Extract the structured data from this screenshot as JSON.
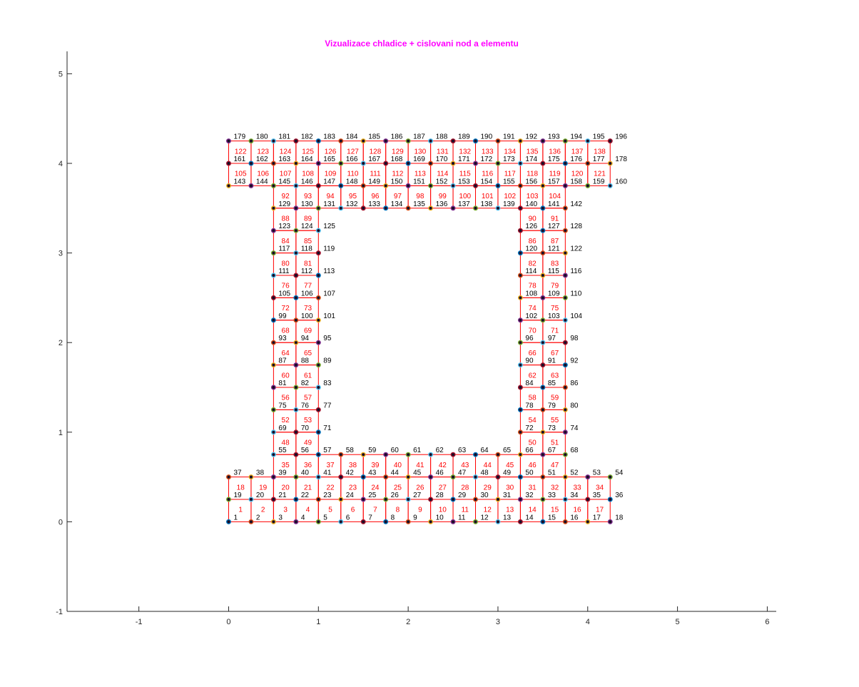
{
  "chart_data": {
    "type": "scatter",
    "title": "Vizualizace chladice + cislovani nod a elementu",
    "xlabel": "",
    "ylabel": "",
    "xlim": [
      -1.8,
      6.1
    ],
    "ylim": [
      -1,
      5.25
    ],
    "xticks": [
      -1,
      0,
      1,
      2,
      3,
      4,
      5,
      6
    ],
    "yticks": [
      -1,
      0,
      1,
      2,
      3,
      4,
      5
    ],
    "grid": false,
    "mesh_step": 0.25,
    "node_rows": [
      {
        "y": 0,
        "x_from": 0,
        "x_to": 4.25,
        "first_node": 1
      },
      {
        "y": 0.25,
        "x_from": 0,
        "x_to": 4.25,
        "first_node": 19
      },
      {
        "y": 0.5,
        "x_from": 0,
        "x_to": 4.25,
        "first_node": 37
      },
      {
        "y": 0.75,
        "x_from": 0.5,
        "x_to": 3.75,
        "first_node": 55
      },
      {
        "y": 1.0,
        "groups": [
          {
            "x": [
              0.5,
              0.75,
              1.0
            ],
            "first_node": 69
          },
          {
            "x": [
              3.25,
              3.5,
              3.75
            ],
            "first_node": 72
          }
        ]
      },
      {
        "y": 1.25,
        "groups": [
          {
            "x": [
              0.5,
              0.75,
              1.0
            ],
            "first_node": 75
          },
          {
            "x": [
              3.25,
              3.5,
              3.75
            ],
            "first_node": 78
          }
        ]
      },
      {
        "y": 1.5,
        "groups": [
          {
            "x": [
              0.5,
              0.75,
              1.0
            ],
            "first_node": 81
          },
          {
            "x": [
              3.25,
              3.5,
              3.75
            ],
            "first_node": 84
          }
        ]
      },
      {
        "y": 1.75,
        "groups": [
          {
            "x": [
              0.5,
              0.75,
              1.0
            ],
            "first_node": 87
          },
          {
            "x": [
              3.25,
              3.5,
              3.75
            ],
            "first_node": 90
          }
        ]
      },
      {
        "y": 2.0,
        "groups": [
          {
            "x": [
              0.5,
              0.75,
              1.0
            ],
            "first_node": 93
          },
          {
            "x": [
              3.25,
              3.5,
              3.75
            ],
            "first_node": 96
          }
        ]
      },
      {
        "y": 2.25,
        "groups": [
          {
            "x": [
              0.5,
              0.75,
              1.0
            ],
            "first_node": 99
          },
          {
            "x": [
              3.25,
              3.5,
              3.75
            ],
            "first_node": 102
          }
        ]
      },
      {
        "y": 2.5,
        "groups": [
          {
            "x": [
              0.5,
              0.75,
              1.0
            ],
            "first_node": 105
          },
          {
            "x": [
              3.25,
              3.5,
              3.75
            ],
            "first_node": 108
          }
        ]
      },
      {
        "y": 2.75,
        "groups": [
          {
            "x": [
              0.5,
              0.75,
              1.0
            ],
            "first_node": 111
          },
          {
            "x": [
              3.25,
              3.5,
              3.75
            ],
            "first_node": 114
          }
        ]
      },
      {
        "y": 3.0,
        "groups": [
          {
            "x": [
              0.5,
              0.75,
              1.0
            ],
            "first_node": 117
          },
          {
            "x": [
              3.25,
              3.5,
              3.75
            ],
            "first_node": 120
          }
        ]
      },
      {
        "y": 3.25,
        "groups": [
          {
            "x": [
              0.5,
              0.75,
              1.0
            ],
            "first_node": 123
          },
          {
            "x": [
              3.25,
              3.5,
              3.75
            ],
            "first_node": 126
          }
        ]
      },
      {
        "y": 3.5,
        "x_from": 0.5,
        "x_to": 3.75,
        "first_node": 129
      },
      {
        "y": 3.75,
        "x_from": 0,
        "x_to": 4.25,
        "first_node": 143
      },
      {
        "y": 4.0,
        "x_from": 0,
        "x_to": 4.25,
        "first_node": 161
      },
      {
        "y": 4.25,
        "x_from": 0,
        "x_to": 4.25,
        "first_node": 179
      }
    ],
    "element_rows": [
      {
        "y_bottom": 0,
        "x_from": 0,
        "x_to": 4.25,
        "first_element": 1
      },
      {
        "y_bottom": 0.25,
        "x_from": 0,
        "x_to": 4.25,
        "first_element": 18
      },
      {
        "y_bottom": 0.5,
        "x_from": 0.5,
        "x_to": 3.75,
        "first_element": 35
      },
      {
        "y_bottom": 0.75,
        "groups": [
          {
            "x_from": 0.5,
            "x_to": 1.0,
            "first_element": 48
          },
          {
            "x_from": 3.25,
            "x_to": 3.75,
            "first_element": 50
          }
        ]
      },
      {
        "y_bottom": 1.0,
        "groups": [
          {
            "x_from": 0.5,
            "x_to": 1.0,
            "first_element": 52
          },
          {
            "x_from": 3.25,
            "x_to": 3.75,
            "first_element": 54
          }
        ]
      },
      {
        "y_bottom": 1.25,
        "groups": [
          {
            "x_from": 0.5,
            "x_to": 1.0,
            "first_element": 56
          },
          {
            "x_from": 3.25,
            "x_to": 3.75,
            "first_element": 58
          }
        ]
      },
      {
        "y_bottom": 1.5,
        "groups": [
          {
            "x_from": 0.5,
            "x_to": 1.0,
            "first_element": 60
          },
          {
            "x_from": 3.25,
            "x_to": 3.75,
            "first_element": 62
          }
        ]
      },
      {
        "y_bottom": 1.75,
        "groups": [
          {
            "x_from": 0.5,
            "x_to": 1.0,
            "first_element": 64
          },
          {
            "x_from": 3.25,
            "x_to": 3.75,
            "first_element": 66
          }
        ]
      },
      {
        "y_bottom": 2.0,
        "groups": [
          {
            "x_from": 0.5,
            "x_to": 1.0,
            "first_element": 68
          },
          {
            "x_from": 3.25,
            "x_to": 3.75,
            "first_element": 70
          }
        ]
      },
      {
        "y_bottom": 2.25,
        "groups": [
          {
            "x_from": 0.5,
            "x_to": 1.0,
            "first_element": 72
          },
          {
            "x_from": 3.25,
            "x_to": 3.75,
            "first_element": 74
          }
        ]
      },
      {
        "y_bottom": 2.5,
        "groups": [
          {
            "x_from": 0.5,
            "x_to": 1.0,
            "first_element": 76
          },
          {
            "x_from": 3.25,
            "x_to": 3.75,
            "first_element": 78
          }
        ]
      },
      {
        "y_bottom": 2.75,
        "groups": [
          {
            "x_from": 0.5,
            "x_to": 1.0,
            "first_element": 80
          },
          {
            "x_from": 3.25,
            "x_to": 3.75,
            "first_element": 82
          }
        ]
      },
      {
        "y_bottom": 3.0,
        "groups": [
          {
            "x_from": 0.5,
            "x_to": 1.0,
            "first_element": 84
          },
          {
            "x_from": 3.25,
            "x_to": 3.75,
            "first_element": 86
          }
        ]
      },
      {
        "y_bottom": 3.25,
        "groups": [
          {
            "x_from": 0.5,
            "x_to": 1.0,
            "first_element": 88
          },
          {
            "x_from": 3.25,
            "x_to": 3.75,
            "first_element": 90
          }
        ]
      },
      {
        "y_bottom": 3.5,
        "x_from": 0.5,
        "x_to": 3.75,
        "first_element": 92
      },
      {
        "y_bottom": 3.75,
        "x_from": 0,
        "x_to": 4.25,
        "first_element": 105
      },
      {
        "y_bottom": 4.0,
        "x_from": 0,
        "x_to": 4.25,
        "first_element": 122
      }
    ],
    "marker_colors": [
      "#0072bd",
      "#d95319",
      "#edb120",
      "#7e2f8e",
      "#77ac30",
      "#4dbeee",
      "#a2142f"
    ]
  },
  "colors": {
    "title": "#ff00ff",
    "mesh": "#ff0000",
    "element_label": "#ff0000",
    "node_label": "#000000",
    "axis": "#262626"
  }
}
